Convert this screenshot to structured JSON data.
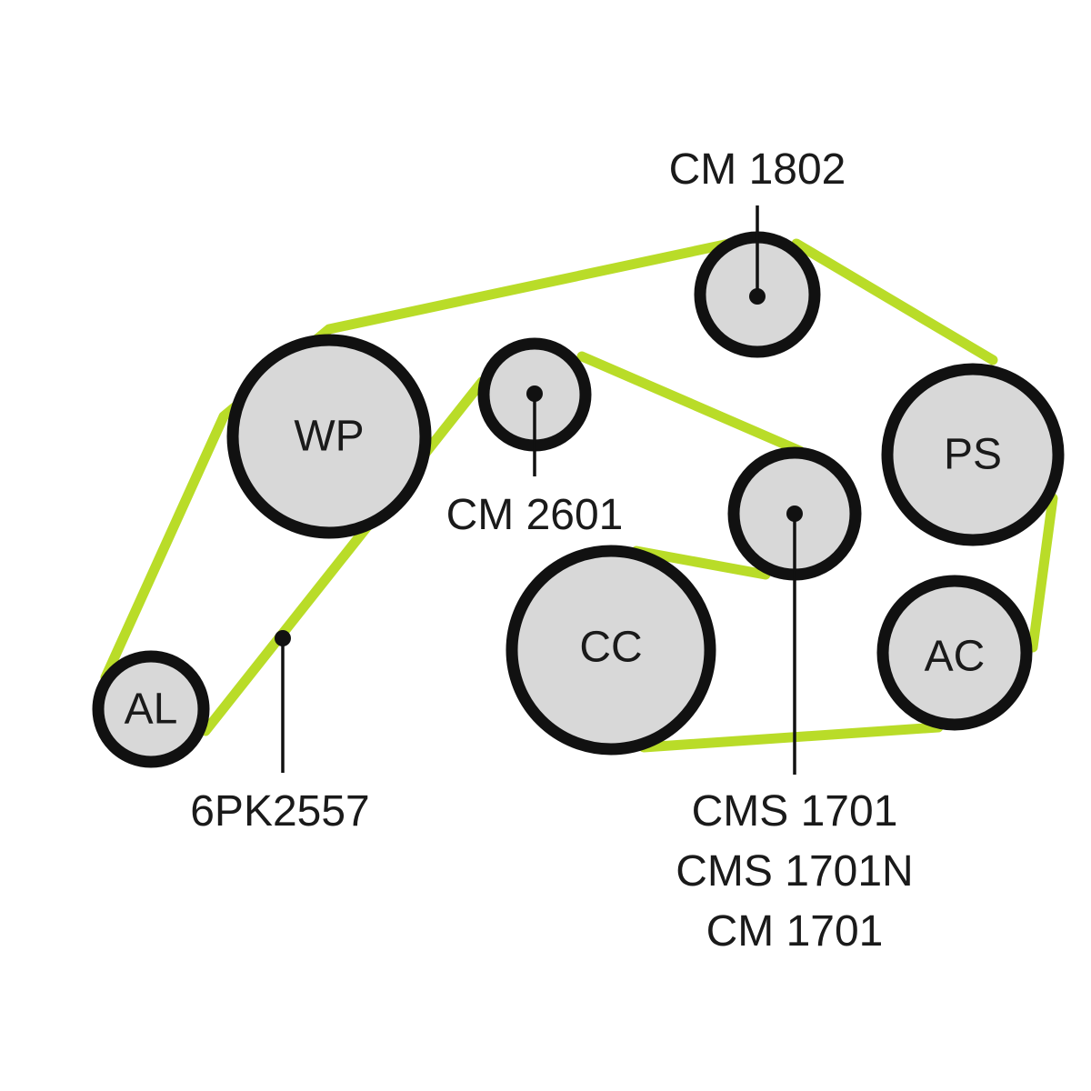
{
  "colors": {
    "belt": "#b9dc28",
    "pulley_fill": "#d8d8d8",
    "pulley_stroke": "#111111",
    "text": "#1a1a1a"
  },
  "pulleys": {
    "wp": "WP",
    "ps": "PS",
    "cc": "CC",
    "ac": "AC",
    "al": "AL"
  },
  "callouts": {
    "top_idler": "CM 1802",
    "upper_idler": "CM 2601",
    "belt": "6PK2557",
    "tensioner": [
      "CMS 1701",
      "CMS 1701N",
      "CM 1701"
    ]
  }
}
